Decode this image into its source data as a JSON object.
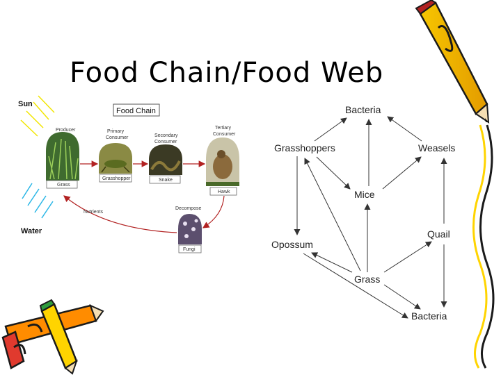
{
  "slide": {
    "title": "Food Chain/Food Web"
  },
  "food_chain": {
    "title": "Food Chain",
    "sun_label": "Sun",
    "water_label": "Water",
    "stages": [
      {
        "role": "Producer",
        "organism": "Grass"
      },
      {
        "role": "Primary Consumer",
        "role_line1": "Primary",
        "role_line2": "Consumer",
        "organism": "Grasshopper"
      },
      {
        "role": "Secondary Consumer",
        "role_line1": "Secondary",
        "role_line2": "Consumer",
        "organism": "Snake"
      },
      {
        "role": "Tertiary Consumer",
        "role_line1": "Tertiary",
        "role_line2": "Consumer",
        "organism": "Hawk"
      }
    ],
    "decomposer": {
      "role": "Decompose",
      "organism": "Fungi"
    },
    "nutrients_label": "Nutrients"
  },
  "food_web": {
    "nodes": {
      "bacteria_top": "Bacteria",
      "grasshoppers": "Grasshoppers",
      "weasels": "Weasels",
      "mice": "Mice",
      "opossum": "Opossum",
      "quail": "Quail",
      "grass": "Grass",
      "bacteria_bottom": "Bacteria"
    }
  },
  "colors": {
    "arrow_red": "#b22222",
    "web_line": "#333333",
    "sun_ray": "#f2e600",
    "water_ray": "#29b6e6"
  }
}
